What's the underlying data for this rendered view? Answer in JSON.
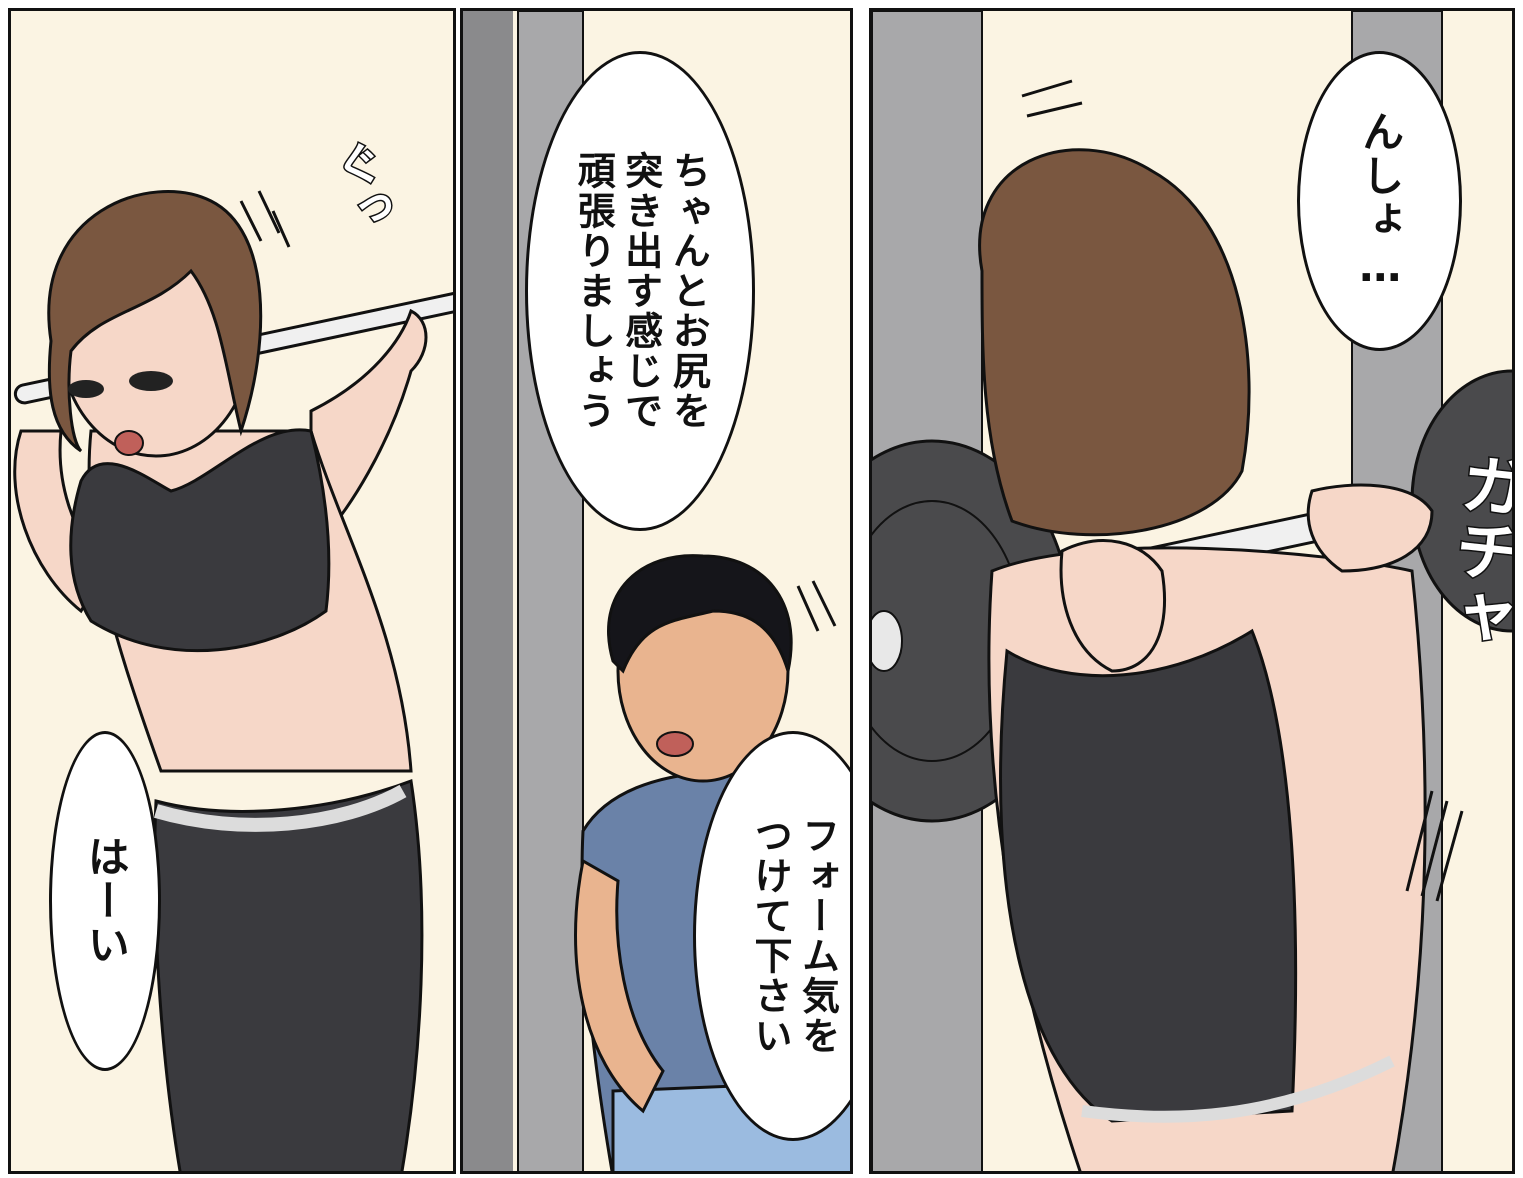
{
  "panels": [
    {
      "id": "left",
      "bubble_text": "はーい",
      "sfx": "ぐっ"
    },
    {
      "id": "middle",
      "bubble_top": "ちゃんとお尻を\n突き出す感じで\n頑張りましょう",
      "bubble_bottom": "フォーム気を\nつけて下さい"
    },
    {
      "id": "right",
      "bubble_text": "んしょ…",
      "sfx": "ガチャ"
    }
  ],
  "colors": {
    "background": "#fbf4e3",
    "hair_woman": "#7a5740",
    "skin": "#f6d7c8",
    "sportswear": "#3a3a3e",
    "man_shirt": "#6a82a8",
    "man_hair": "#15151a",
    "pillar": "#a8a8aa",
    "plate": "#4a4a4c"
  }
}
